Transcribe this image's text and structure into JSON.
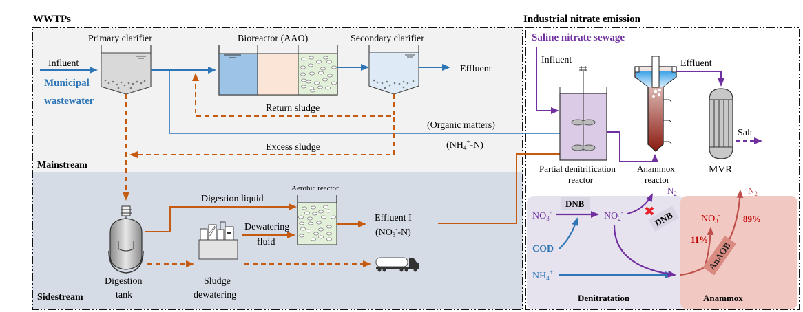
{
  "panels": {
    "wwtp": {
      "title": "WWTPs",
      "mainstream_label": "Mainstream",
      "sidestream_label": "Sidestream",
      "influent": "Influent",
      "source_line1": "Municipal",
      "source_line2": "wastewater",
      "primary_clarifier": "Primary clarifier",
      "bioreactor": "Bioreactor (AAO)",
      "secondary_clarifier": "Secondary clarifier",
      "effluent": "Effluent",
      "return_sludge": "Return sludge",
      "excess_sludge": "Excess sludge",
      "organic_matters": "(Organic matters)",
      "ammonium": "(NH",
      "ammonium_sub": "4",
      "ammonium_sup": "+",
      "ammonium_tail": "-N)",
      "digestion_liquid": "Digestion liquid",
      "aerobic_reactor": "Aerobic reactor",
      "dewatering_fluid_1": "Dewatering",
      "dewatering_fluid_2": "fluid",
      "effluent_1": "Effluent I",
      "effluent_1_species": "(NO",
      "effluent_1_sub": "3",
      "effluent_1_sup": "-",
      "effluent_1_tail": "-N)",
      "digestion_tank_1": "Digestion",
      "digestion_tank_2": "tank",
      "sludge_dewatering_1": "Sludge",
      "sludge_dewatering_2": "dewatering"
    },
    "industrial": {
      "title": "Industrial nitrate emission",
      "source": "Saline nitrate sewage",
      "influent": "Influent",
      "effluent": "Effluent",
      "pd_reactor_1": "Partial denitrification",
      "pd_reactor_2": "reactor",
      "anammox_reactor_1": "Anammox",
      "anammox_reactor_2": "reactor",
      "mvr": "MVR",
      "salt": "Salt"
    },
    "mechanism": {
      "denitratation_label": "Denitratation",
      "anammox_label": "Anammox",
      "no3": "NO",
      "no3_sub": "3",
      "no3_sup": "-",
      "no2": "NO",
      "no2_sub": "2",
      "no2_sup": "-",
      "cod": "COD",
      "nh4": "NH",
      "nh4_sub": "4",
      "nh4_sup": "+",
      "n2": "N",
      "n2_sub": "2",
      "dnb": "DNB",
      "anaob": "AnAOB",
      "product_no3": "NO",
      "product_no3_sub": "3",
      "product_no3_sup": "-",
      "pct_nitrate": "11%",
      "pct_n2": "89%"
    }
  },
  "colors": {
    "blue_flow": "#2E75B6",
    "orange_flow": "#C55A11",
    "purple_flow": "#7030A0",
    "anammox_red": "#C0504D",
    "mainstream_bg": "#F2F2F2",
    "sidestream_bg": "#D6DCE5",
    "denitratation_bg": "#E6E3EE",
    "anammox_bg": "#F2C9C2"
  }
}
